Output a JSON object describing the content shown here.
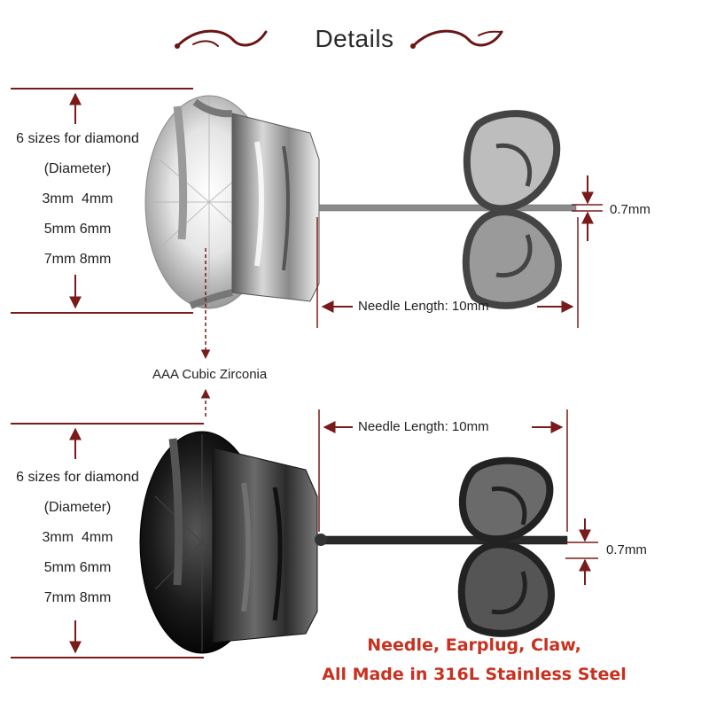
{
  "title": "Details",
  "colors": {
    "dimension_line": "#7a1a1a",
    "note_text": "#c8311f",
    "ornament": "#6b1515"
  },
  "top_earring": {
    "diameter_lines": [
      "6 sizes for diamond",
      "(Diameter)",
      "3mm  4mm",
      "5mm 6mm",
      "7mm 8mm"
    ],
    "needle_length": "Needle Length: 10mm",
    "needle_thickness": "0.7mm"
  },
  "material_label": "AAA Cubic Zirconia",
  "bottom_earring": {
    "diameter_lines": [
      "6 sizes for diamond",
      "(Diameter)",
      "3mm  4mm",
      "5mm 6mm",
      "7mm 8mm"
    ],
    "needle_length": "Needle Length: 10mm",
    "needle_thickness": "0.7mm"
  },
  "note_lines": [
    "Needle, Earplug, Claw,",
    "All Made in 316L Stainless Steel"
  ]
}
